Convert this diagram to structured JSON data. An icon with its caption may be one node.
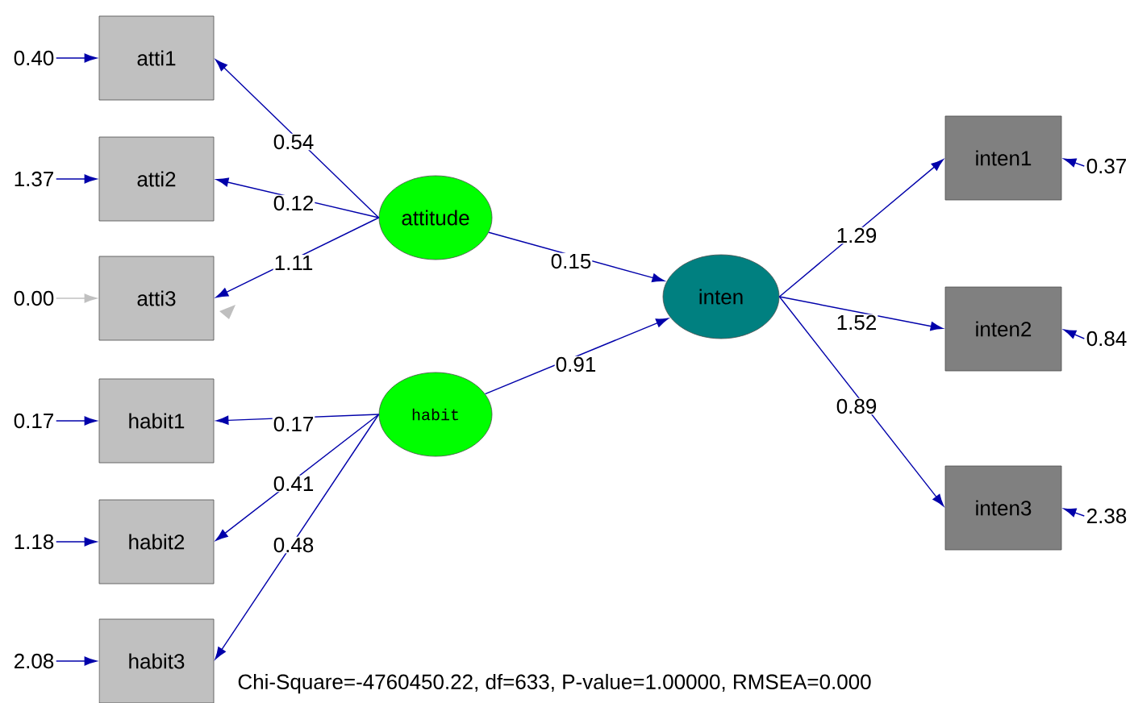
{
  "diagram": {
    "nodes": [
      {
        "text": [
          "atti1"
        ]
      },
      {
        "text": [
          "atti2"
        ]
      },
      {
        "text": [
          "atti3"
        ]
      },
      {
        "text": [
          "habit1"
        ]
      },
      {
        "text": [
          "habit2"
        ]
      },
      {
        "text": [
          "habit3"
        ]
      },
      {
        "text": [
          "attitude"
        ]
      },
      {
        "text": [
          "habit"
        ]
      },
      {
        "text": [
          "inten"
        ]
      },
      {
        "text": [
          "inten1"
        ]
      },
      {
        "text": [
          "inten2"
        ]
      },
      {
        "text": [
          "inten3"
        ]
      },
      {
        "text": [
          "0.40"
        ]
      },
      {
        "text": [
          "1.37"
        ]
      },
      {
        "text": [
          "0.00"
        ]
      },
      {
        "text": [
          "0.17"
        ]
      },
      {
        "text": [
          "1.18"
        ]
      },
      {
        "text": [
          "2.08"
        ]
      },
      {
        "text": [
          "0.37"
        ]
      },
      {
        "text": [
          "0.84"
        ]
      },
      {
        "text": [
          "2.38"
        ]
      }
    ],
    "edges": [
      {
        "from": 6,
        "to": 0,
        "arrow": "to",
        "label": "0.54"
      },
      {
        "from": 6,
        "to": 1,
        "arrow": "to",
        "label": "0.12"
      },
      {
        "from": 6,
        "to": 2,
        "arrow": "to",
        "label": "1.11"
      },
      {
        "from": 7,
        "to": 3,
        "arrow": "to",
        "label": "0.17"
      },
      {
        "from": 7,
        "to": 4,
        "arrow": "to",
        "label": "0.41"
      },
      {
        "from": 7,
        "to": 5,
        "arrow": "to",
        "label": "0.48"
      },
      {
        "from": 6,
        "to": 8,
        "arrow": "to",
        "label": "0.15"
      },
      {
        "from": 7,
        "to": 8,
        "arrow": "to",
        "label": "0.91"
      },
      {
        "from": 8,
        "to": 9,
        "arrow": "to",
        "label": "1.29"
      },
      {
        "from": 8,
        "to": 10,
        "arrow": "to",
        "label": "1.52"
      },
      {
        "from": 8,
        "to": 11,
        "arrow": "to",
        "label": "0.89"
      },
      {
        "from": 12,
        "to": 0,
        "arrow": "to"
      },
      {
        "from": 13,
        "to": 1,
        "arrow": "to"
      },
      {
        "from": 14,
        "to": 2,
        "arrow": "to",
        "color": "#c0c0c0"
      },
      {
        "from": 15,
        "to": 3,
        "arrow": "to"
      },
      {
        "from": 16,
        "to": 4,
        "arrow": "to"
      },
      {
        "from": 17,
        "to": 5,
        "arrow": "to"
      },
      {
        "from": 18,
        "to": 9,
        "arrow": "to"
      },
      {
        "from": 19,
        "to": 10,
        "arrow": "to"
      },
      {
        "from": 20,
        "to": 11,
        "arrow": "to"
      }
    ],
    "labels": [
      "Chi-Square=-4760450.22, df=633, P-value=1.00000, RMSEA=0.000"
    ]
  }
}
